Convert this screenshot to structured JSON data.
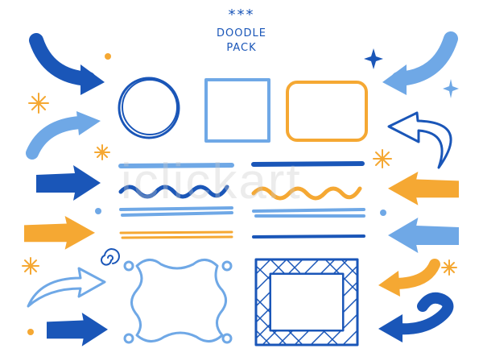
{
  "title": {
    "stars": "***",
    "line1": "DOODLE",
    "line2": "PACK"
  },
  "watermark": "iclickart",
  "colors": {
    "dark_blue": "#1a56b8",
    "light_blue": "#6fa8e6",
    "orange": "#f5a833"
  }
}
